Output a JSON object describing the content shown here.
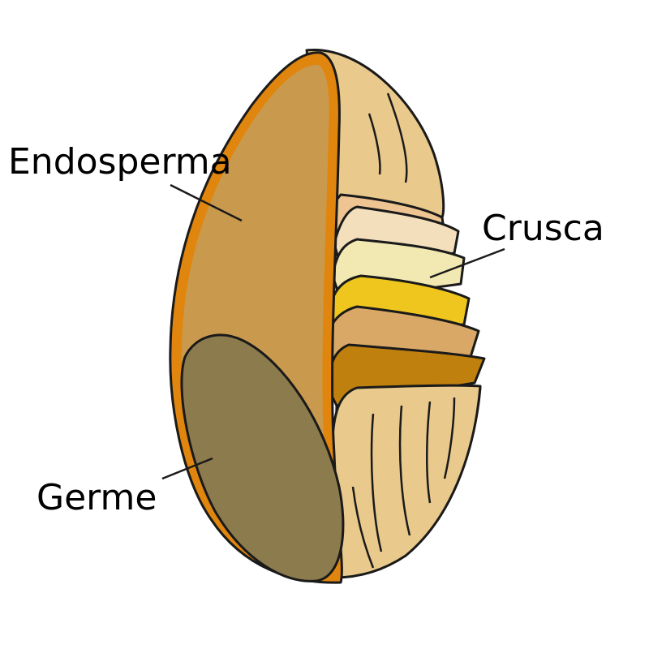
{
  "labels": {
    "endosperm": "Endosperma",
    "bran": "Crusca",
    "germ": "Germe"
  },
  "colors": {
    "outer_hull": "#E9C98C",
    "endosperm": "#C99A4E",
    "endosperm_border": "#E0860E",
    "germ": "#8C7B4C",
    "bran_layer_1": "#EEC592",
    "bran_layer_2": "#F3DFBC",
    "bran_layer_3": "#F2E9B2",
    "bran_layer_4": "#EEC61E",
    "bran_layer_5": "#D9A866",
    "bran_layer_6": "#C0800E",
    "outline": "#1a1a1a"
  }
}
